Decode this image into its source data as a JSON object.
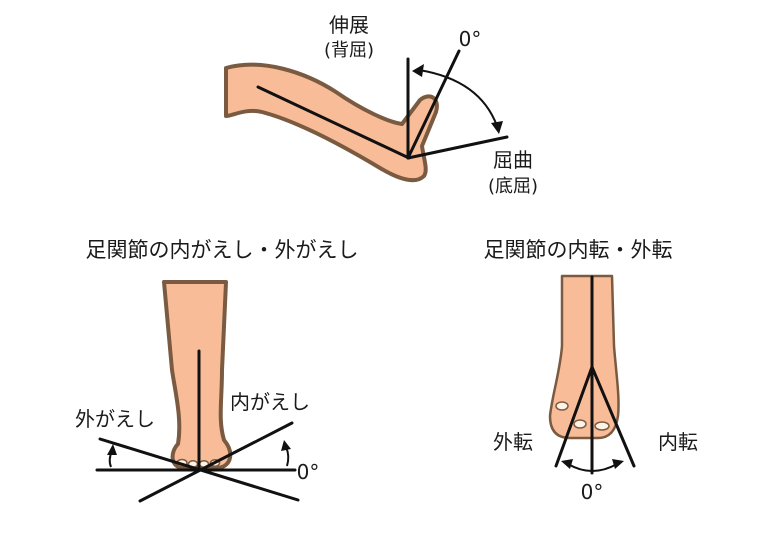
{
  "figure1": {
    "extension_label": "伸展",
    "extension_sub": "(背屈)",
    "zero_label": "0°",
    "flexion_label": "屈曲",
    "flexion_sub": "(底屈)"
  },
  "figure2": {
    "title": "足関節の内がえし・外がえし",
    "inversion_label": "内がえし",
    "eversion_label": "外がえし",
    "zero_label": "0°"
  },
  "figure3": {
    "title": "足関節の内転・外転",
    "abduction_label": "外転",
    "adduction_label": "内転",
    "zero_label": "0°"
  },
  "colors": {
    "skin": "#f8bd98",
    "outline": "#7a5a40",
    "line": "#111111"
  }
}
